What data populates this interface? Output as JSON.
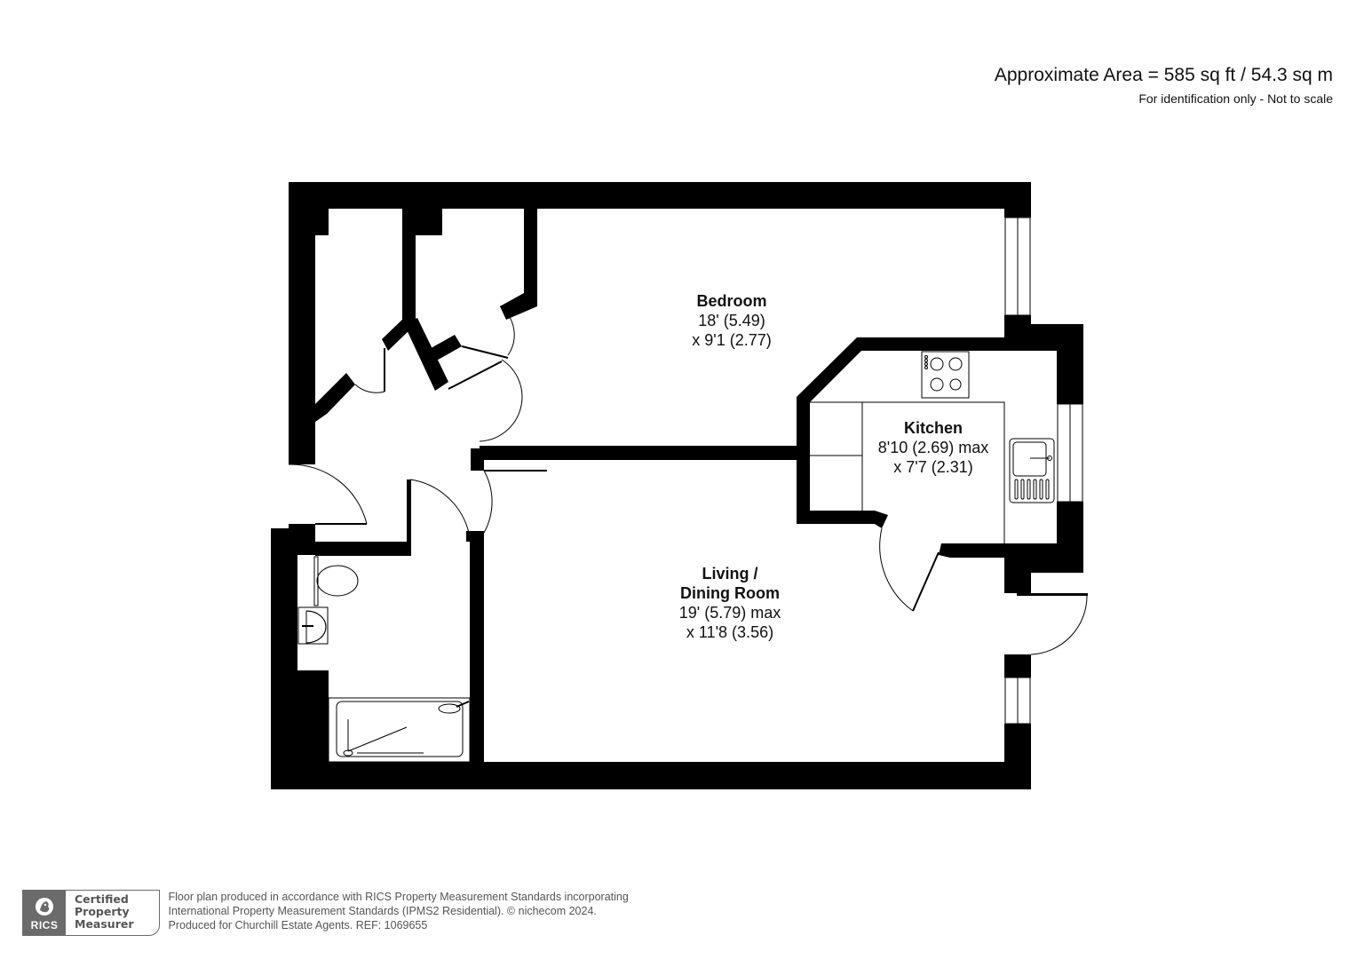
{
  "header": {
    "area_title": "Approximate Area = 585 sq ft / 54.3 sq m",
    "disclaimer": "For identification only - Not to scale"
  },
  "rooms": {
    "bedroom": {
      "name": "Bedroom",
      "dim1": "18' (5.49)",
      "dim2": "x 9'1 (2.77)"
    },
    "kitchen": {
      "name": "Kitchen",
      "dim1": "8'10 (2.69) max",
      "dim2": "x 7'7 (2.31)"
    },
    "living": {
      "name1": "Living /",
      "name2": "Dining Room",
      "dim1": "19' (5.79) max",
      "dim2": "x 11'8 (3.56)"
    }
  },
  "fixtures": [
    "hob-icon",
    "sink-icon",
    "toilet-icon",
    "basin-icon",
    "shower-tray-icon"
  ],
  "footer": {
    "badge": {
      "logo_text": "RICS",
      "line1": "Certified",
      "line2": "Property",
      "line3": "Measurer"
    },
    "line1": "Floor plan produced in accordance with RICS Property Measurement Standards incorporating",
    "line2": "International Property Measurement Standards (IPMS2 Residential).   © nichecom 2024.",
    "line3": "Produced for Churchill Estate Agents.   REF: 1069655"
  },
  "colors": {
    "wall": "#000000",
    "background": "#ffffff",
    "badge_gray": "#6b6b6b",
    "text_gray": "#555555"
  }
}
